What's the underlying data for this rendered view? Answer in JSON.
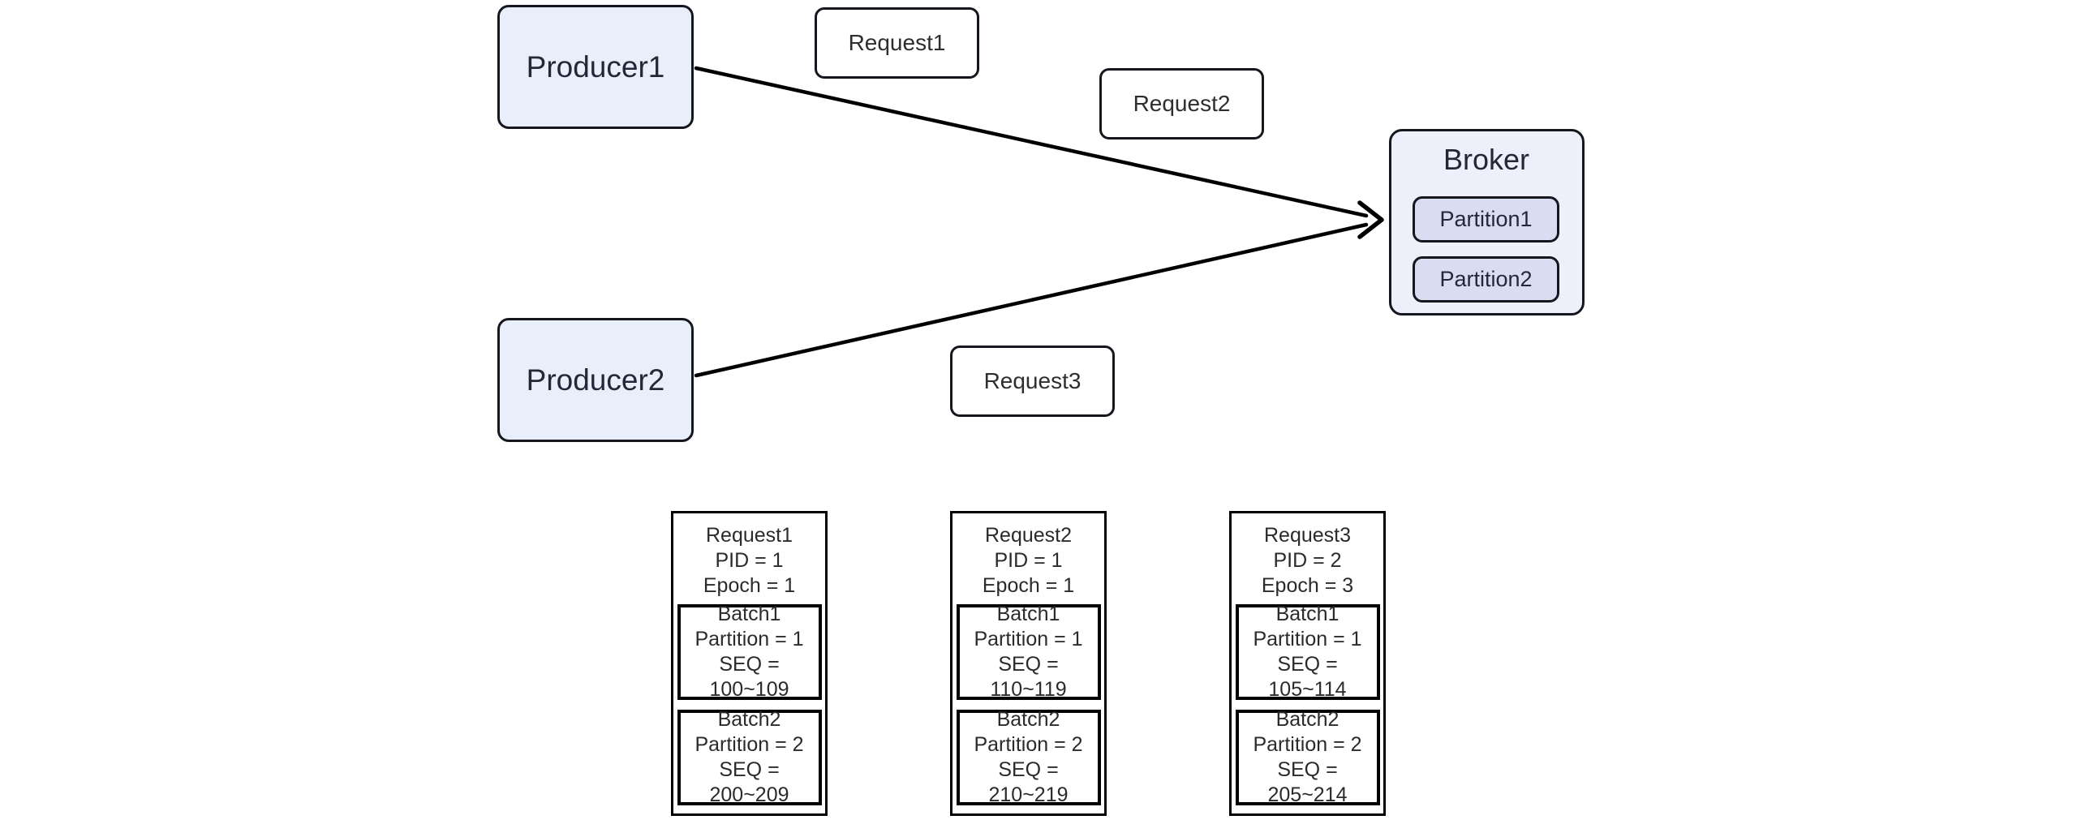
{
  "diagram": {
    "producers": [
      {
        "label": "Producer1"
      },
      {
        "label": "Producer2"
      }
    ],
    "request_nodes": [
      {
        "label": "Request1"
      },
      {
        "label": "Request2"
      },
      {
        "label": "Request3"
      }
    ],
    "broker": {
      "label": "Broker",
      "partitions": [
        {
          "label": "Partition1"
        },
        {
          "label": "Partition2"
        }
      ]
    },
    "request_details": [
      {
        "title": "Request1",
        "pid": "PID = 1",
        "epoch": "Epoch = 1",
        "batches": [
          {
            "name": "Batch1",
            "partition": "Partition = 1",
            "seq": "SEQ = 100~109"
          },
          {
            "name": "Batch2",
            "partition": "Partition = 2",
            "seq": "SEQ = 200~209"
          }
        ]
      },
      {
        "title": "Request2",
        "pid": "PID = 1",
        "epoch": "Epoch = 1",
        "batches": [
          {
            "name": "Batch1",
            "partition": "Partition = 1",
            "seq": "SEQ = 110~119"
          },
          {
            "name": "Batch2",
            "partition": "Partition = 2",
            "seq": "SEQ = 210~219"
          }
        ]
      },
      {
        "title": "Request3",
        "pid": "PID = 2",
        "epoch": "Epoch = 3",
        "batches": [
          {
            "name": "Batch1",
            "partition": "Partition = 1",
            "seq": "SEQ = 105~114"
          },
          {
            "name": "Batch2",
            "partition": "Partition = 2",
            "seq": "SEQ = 205~214"
          }
        ]
      }
    ],
    "colors": {
      "producer_fill": "#e8eefa",
      "broker_fill": "#edf0fa",
      "partition_fill": "#d8ddf1",
      "node_border": "#16161f",
      "detail_border": "#000000",
      "arrow": "#000000",
      "node_text": "#262639",
      "detail_text": "#2b2b2b",
      "background": "#ffffff"
    }
  }
}
